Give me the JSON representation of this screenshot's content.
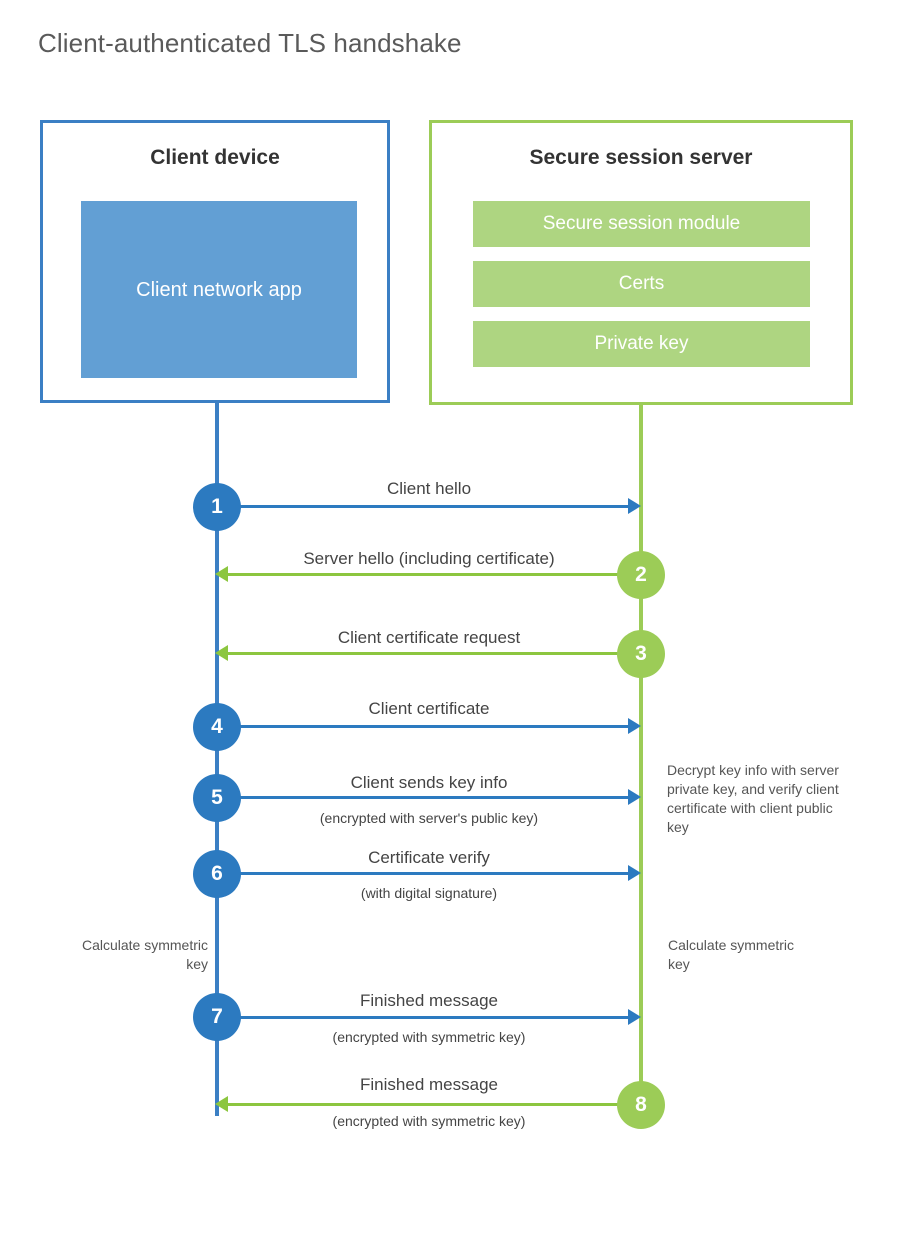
{
  "title": "Client-authenticated TLS handshake",
  "colors": {
    "client_blue": "#2c7ac0",
    "client_box_border": "#3b7fc4",
    "client_app_fill": "#629fd4",
    "server_green": "#9ccc57",
    "server_arrow_green": "#8cc63f",
    "server_bar_fill": "#aed581",
    "text": "#444444",
    "title_text": "#5a5a5a",
    "background": "#ffffff"
  },
  "client_box": {
    "title": "Client device",
    "app_label": "Client network app"
  },
  "server_box": {
    "title": "Secure session server",
    "components": [
      {
        "label": "Secure session module"
      },
      {
        "label": "Certs"
      },
      {
        "label": "Private key"
      }
    ]
  },
  "steps": [
    {
      "number": "1",
      "actor": "client",
      "direction": "right",
      "label": "Client hello",
      "sublabel": ""
    },
    {
      "number": "2",
      "actor": "server",
      "direction": "left",
      "label": "Server hello (including certificate)",
      "sublabel": ""
    },
    {
      "number": "3",
      "actor": "server",
      "direction": "left",
      "label": "Client certificate request",
      "sublabel": ""
    },
    {
      "number": "4",
      "actor": "client",
      "direction": "right",
      "label": "Client certificate",
      "sublabel": ""
    },
    {
      "number": "5",
      "actor": "client",
      "direction": "right",
      "label": "Client sends key info",
      "sublabel": "(encrypted with server's public key)"
    },
    {
      "number": "6",
      "actor": "client",
      "direction": "right",
      "label": "Certificate verify",
      "sublabel": "(with digital signature)"
    },
    {
      "number": "7",
      "actor": "client",
      "direction": "right",
      "label": "Finished message",
      "sublabel": "(encrypted with symmetric key)"
    },
    {
      "number": "8",
      "actor": "server",
      "direction": "left",
      "label": "Finished message",
      "sublabel": "(encrypted with symmetric key)"
    }
  ],
  "notes": {
    "decrypt_note": "Decrypt key info with server private key, and verify client certificate with client public key",
    "calculate_symmetric_key_client": "Calculate symmetric key",
    "calculate_symmetric_key_server": "Calculate symmetric key"
  }
}
